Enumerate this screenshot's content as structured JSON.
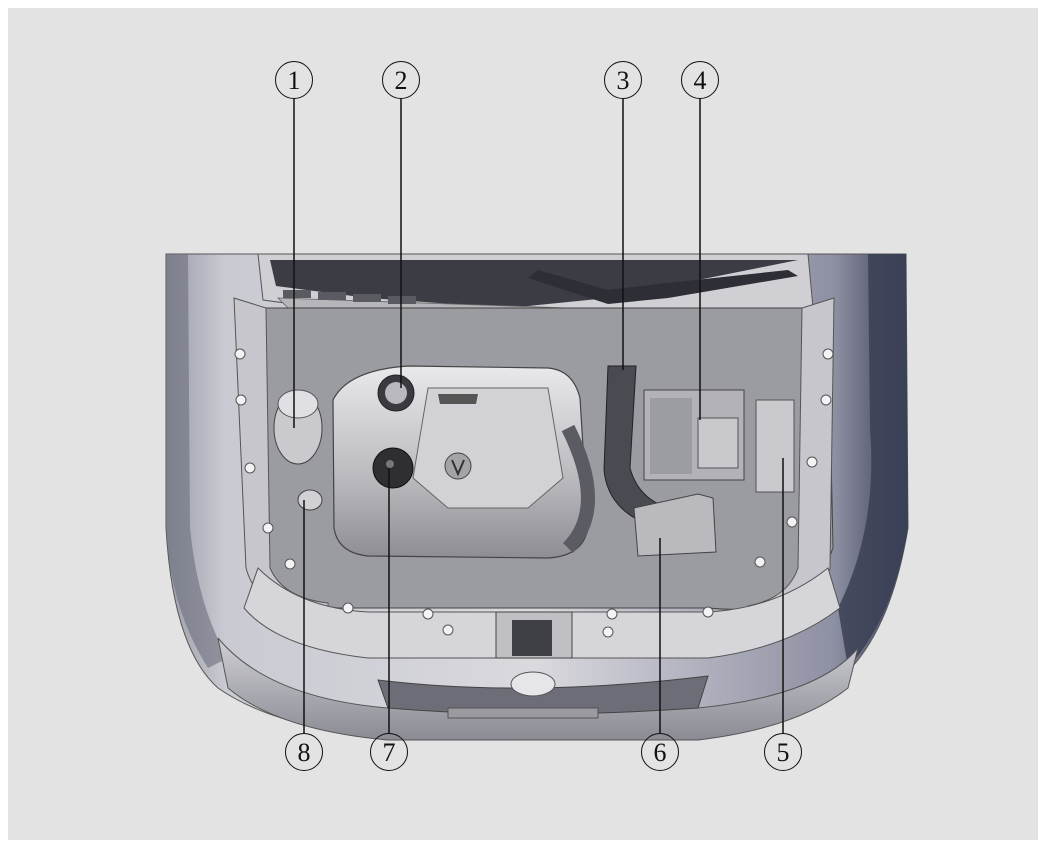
{
  "figure": {
    "callouts": [
      {
        "id": 1,
        "label": "1"
      },
      {
        "id": 2,
        "label": "2"
      },
      {
        "id": 3,
        "label": "3"
      },
      {
        "id": 4,
        "label": "4"
      },
      {
        "id": 5,
        "label": "5"
      },
      {
        "id": 6,
        "label": "6"
      },
      {
        "id": 7,
        "label": "7"
      },
      {
        "id": 8,
        "label": "8"
      }
    ],
    "colors": {
      "background": "#e3e3e3",
      "body_dark": "#3a3f55",
      "metal_light": "#d8d8dc",
      "metal_mid": "#a9a9ae",
      "line": "#111111"
    }
  }
}
